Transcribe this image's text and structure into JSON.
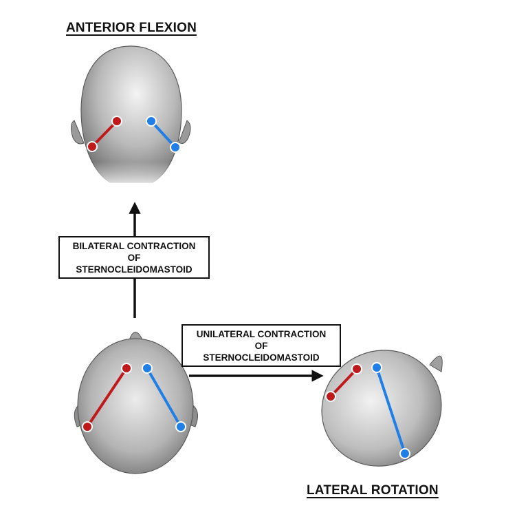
{
  "titles": {
    "anterior_flexion": "ANTERIOR FLEXION",
    "lateral_rotation": "LATERAL ROTATION"
  },
  "labels": {
    "bilateral": {
      "line1": "BILATERAL CONTRACTION",
      "line2": "OF",
      "line3": "STERNOCLEIDOMASTOID"
    },
    "unilateral": {
      "line1": "UNILATERAL CONTRACTION",
      "line2": "OF",
      "line3": "STERNOCLEIDOMASTOID"
    }
  },
  "colors": {
    "left_muscle": "#c0191c",
    "right_muscle": "#1f7fe6",
    "arrow": "#111111"
  }
}
